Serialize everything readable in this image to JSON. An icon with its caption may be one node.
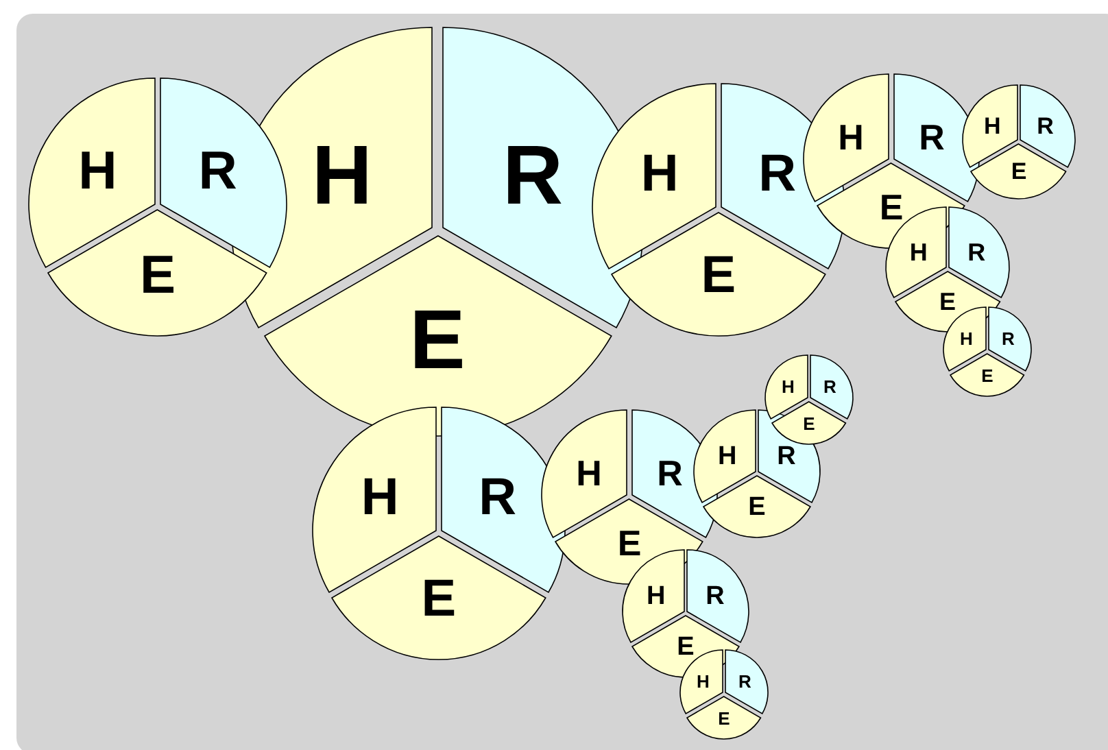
{
  "diagram": {
    "nodes": [
      {
        "text": [
          "H"
        ]
      },
      {
        "text": [
          "R"
        ]
      },
      {
        "text": [
          "E"
        ]
      },
      {
        "text": [
          "H"
        ]
      },
      {
        "text": [
          "R"
        ]
      },
      {
        "text": [
          "E"
        ]
      },
      {
        "text": [
          "H"
        ]
      },
      {
        "text": [
          "R"
        ]
      },
      {
        "text": [
          "E"
        ]
      },
      {
        "text": [
          "H"
        ]
      },
      {
        "text": [
          "R"
        ]
      },
      {
        "text": [
          "E"
        ]
      },
      {
        "text": [
          "H"
        ]
      },
      {
        "text": [
          "R"
        ]
      },
      {
        "text": [
          "E"
        ]
      },
      {
        "text": [
          "H"
        ]
      },
      {
        "text": [
          "R"
        ]
      },
      {
        "text": [
          "E"
        ]
      },
      {
        "text": [
          "H"
        ]
      },
      {
        "text": [
          "R"
        ]
      },
      {
        "text": [
          "E"
        ]
      },
      {
        "text": [
          "H"
        ]
      },
      {
        "text": [
          "R"
        ]
      },
      {
        "text": [
          "E"
        ]
      },
      {
        "text": [
          "H"
        ]
      },
      {
        "text": [
          "R"
        ]
      },
      {
        "text": [
          "E"
        ]
      },
      {
        "text": [
          "H"
        ]
      },
      {
        "text": [
          "R"
        ]
      },
      {
        "text": [
          "E"
        ]
      },
      {
        "text": [
          "H"
        ]
      },
      {
        "text": [
          "R"
        ]
      },
      {
        "text": [
          "E"
        ]
      },
      {
        "text": [
          "H"
        ]
      },
      {
        "text": [
          "R"
        ]
      },
      {
        "text": [
          "E"
        ]
      },
      {
        "text": [
          "H"
        ]
      },
      {
        "text": [
          "R"
        ]
      },
      {
        "text": [
          "E"
        ]
      }
    ]
  }
}
